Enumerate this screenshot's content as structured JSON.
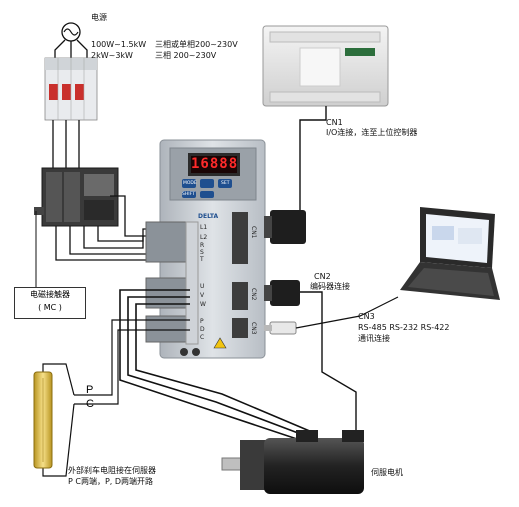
{
  "power": {
    "title": "电源",
    "line1_left": "100W~1.5kW",
    "line1_right": "三相或单相200~230V",
    "line2_left": "2kW~3kW",
    "line2_right": "三相 200~230V"
  },
  "drive": {
    "display": "16888",
    "keys": [
      "MODE",
      "SET",
      "SHIFT"
    ],
    "brand": "DELTA",
    "terminals": [
      "L1",
      "L2",
      "R",
      "S",
      "T",
      "U",
      "V",
      "W",
      "P",
      "D",
      "C"
    ],
    "ports": [
      "CN1",
      "CN2",
      "CN3"
    ]
  },
  "cn1": {
    "title": "CN1",
    "desc": "I/O连接，连至上位控制器"
  },
  "cn2": {
    "title": "CN2",
    "desc": "编码器连接"
  },
  "cn3": {
    "title": "CN3",
    "line1": "RS-485 RS-232 RS-422",
    "line2": "通讯连接"
  },
  "contactor": {
    "line1": "电磁接触器",
    "line2": "( MC )"
  },
  "resistor": {
    "p": "P",
    "c": "C",
    "line1": "外部刹车电阻接在伺服器",
    "line2": "P C两端，P, D两端开路"
  },
  "motor": {
    "label": "伺服电机"
  },
  "colors": {
    "wire": "#111111",
    "drive_body": "#c9ced4",
    "led_text": "#ff2a2a",
    "resistor": "#d8b640"
  }
}
